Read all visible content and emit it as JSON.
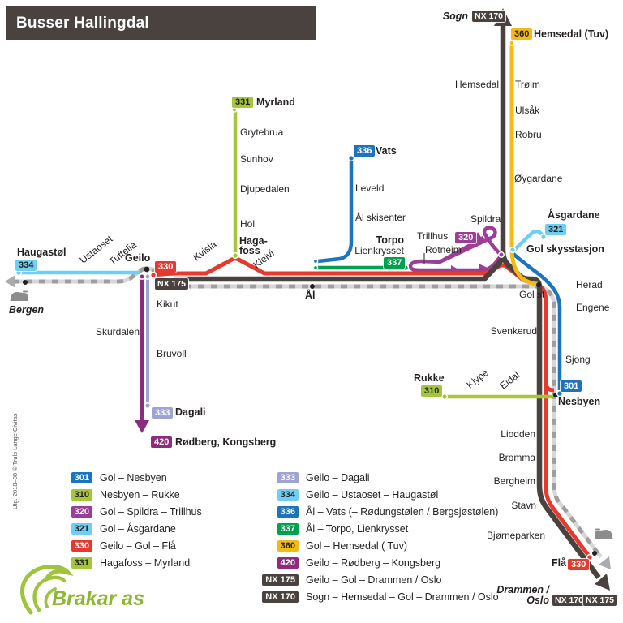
{
  "header": {
    "title": "Busser Hallingdal"
  },
  "colors": {
    "301": "#1b75bc",
    "310": "#a4c63b",
    "320": "#9c3d97",
    "321": "#6fcef2",
    "330": "#e63a2e",
    "331": "#a4c63b",
    "333": "#9fa3d3",
    "334": "#6fcef2",
    "336": "#1b75bc",
    "337": "#00a14e",
    "360": "#f3ba16",
    "420": "#8e2b7f",
    "nx": "#49423e",
    "rail": "#d6d6d6",
    "rail_dash": "#9e9e9e",
    "text": "#231f20",
    "logo_green": "#8cb733"
  },
  "map": {
    "badges": {
      "sogn_nx170": "NX 170",
      "hemsedal_360": "360",
      "myrland_331": "331",
      "vats_336": "336",
      "geilo_330": "330",
      "geilo_nx175": "NX 175",
      "haugastol_334": "334",
      "spildra_320": "320",
      "asgardane_321": "321",
      "torpo_337": "337",
      "rukke_310": "310",
      "dagali_333": "333",
      "rodberg_420": "420",
      "nesbyen_301": "301",
      "fla_330": "330",
      "oslo_nx170": "NX 170",
      "oslo_nx175": "NX 175"
    },
    "labels": {
      "sogn": "Sogn",
      "hemsedal_tuv": "Hemsedal (Tuv)",
      "hemsedal": "Hemsedal",
      "troim": "Trøim",
      "ulsak": "Ulsåk",
      "robru": "Robru",
      "oygardane": "Øygardane",
      "myrland": "Myrland",
      "grytebrua": "Grytebrua",
      "sunhov": "Sunhov",
      "djupedalen": "Djupedalen",
      "hol": "Hol",
      "hagafoss_1": "Haga-",
      "hagafoss_2": "foss",
      "vats": "Vats",
      "leveld": "Leveld",
      "al_skisenter": "Ål skisenter",
      "torpo": "Torpo",
      "lienkrysset": "Lienkrysset",
      "spildra": "Spildra",
      "trillhus": "Trillhus",
      "rotneim": "Rotneim",
      "asgardane": "Åsgardane",
      "gol_skysstasjon": "Gol skysstasjon",
      "gol_st": "Gol st",
      "herad": "Herad",
      "engene": "Engene",
      "svenkerud": "Svenkerud",
      "sjong": "Sjong",
      "rukke": "Rukke",
      "klype": "Klype",
      "eidal": "Eidal",
      "nesbyen": "Nesbyen",
      "liodden": "Liodden",
      "bromma": "Bromma",
      "bergheim": "Bergheim",
      "stavn": "Stavn",
      "bjorneparken": "Bjørneparken",
      "fla": "Flå",
      "drammen_1": "Drammen /",
      "drammen_2": "Oslo",
      "haugastol": "Haugastøl",
      "ustaoset": "Ustaoset",
      "tuftelia": "Tuftelia",
      "geilo": "Geilo",
      "kvisla": "Kvisla",
      "kleivi": "Kleivi",
      "bergen": "Bergen",
      "kikut": "Kikut",
      "skurdalen": "Skurdalen",
      "bruvoll": "Bruvoll",
      "dagali": "Dagali",
      "rodberg": "Rødberg, Kongsberg",
      "al": "Ål"
    }
  },
  "legend": {
    "left": [
      {
        "id": "301",
        "text": "Gol – Nesbyen"
      },
      {
        "id": "310",
        "text": "Nesbyen – Rukke"
      },
      {
        "id": "320",
        "text": "Gol – Spildra – Trillhus"
      },
      {
        "id": "321",
        "text": "Gol – Åsgardane"
      },
      {
        "id": "330",
        "text": "Geilo – Gol – Flå"
      },
      {
        "id": "331",
        "text": "Hagafoss – Myrland"
      }
    ],
    "right": [
      {
        "id": "333",
        "text": "Geilo – Dagali"
      },
      {
        "id": "334",
        "text": "Geilo – Ustaoset – Haugastøl"
      },
      {
        "id": "336",
        "text": "Ål – Vats (– Rødungstølen / Bergsjøstølen)"
      },
      {
        "id": "337",
        "text": "Ål – Torpo, Lienkrysset"
      },
      {
        "id": "360",
        "text": "Gol – Hemsedal ( Tuv)"
      },
      {
        "id": "420",
        "text": "Geilo – Rødberg – Kongsberg"
      },
      {
        "id": "NX 175",
        "text": "Geilo – Gol – Drammen / Oslo"
      },
      {
        "id": "NX 170",
        "text": "Sogn – Hemsedal – Gol – Drammen / Oslo"
      }
    ]
  },
  "footer": {
    "credit": "Utg. 2018–08 © Truls Lange Civitas",
    "logo_text": "Brakar as"
  }
}
